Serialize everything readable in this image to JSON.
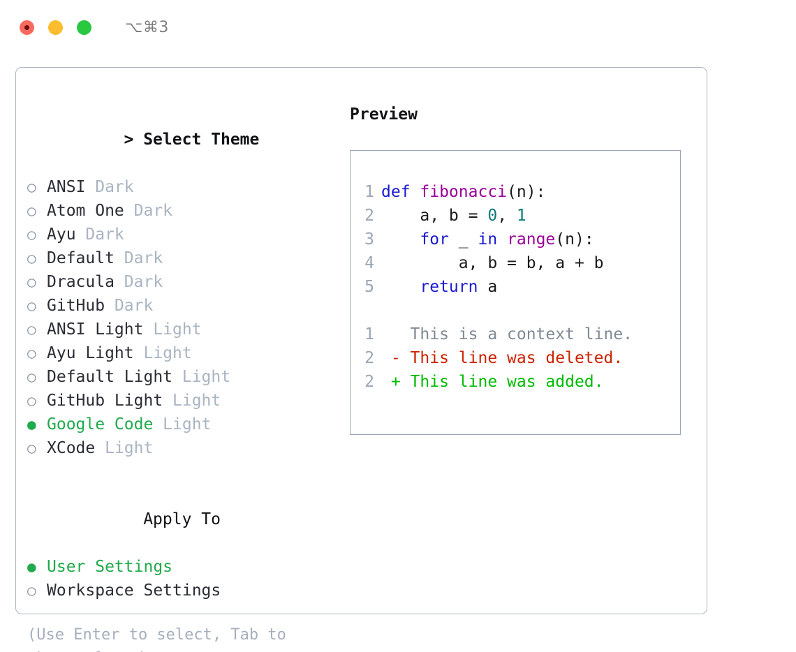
{
  "titlebar": {
    "shortcut": "⌥⌘3",
    "buttons": [
      {
        "name": "close",
        "color": "#f96a5e"
      },
      {
        "name": "minimize",
        "color": "#fbbd2e"
      },
      {
        "name": "maximize",
        "color": "#28c840"
      }
    ]
  },
  "theme_section": {
    "caret": ">",
    "title": "Select Theme",
    "items": [
      {
        "marker": "○",
        "name": "ANSI",
        "tag": "Dark",
        "selected": false
      },
      {
        "marker": "○",
        "name": "Atom One",
        "tag": "Dark",
        "selected": false
      },
      {
        "marker": "○",
        "name": "Ayu",
        "tag": "Dark",
        "selected": false
      },
      {
        "marker": "○",
        "name": "Default",
        "tag": "Dark",
        "selected": false
      },
      {
        "marker": "○",
        "name": "Dracula",
        "tag": "Dark",
        "selected": false
      },
      {
        "marker": "○",
        "name": "GitHub",
        "tag": "Dark",
        "selected": false
      },
      {
        "marker": "○",
        "name": "ANSI Light",
        "tag": "Light",
        "selected": false
      },
      {
        "marker": "○",
        "name": "Ayu Light",
        "tag": "Light",
        "selected": false
      },
      {
        "marker": "○",
        "name": "Default Light",
        "tag": "Light",
        "selected": false
      },
      {
        "marker": "○",
        "name": "GitHub Light",
        "tag": "Light",
        "selected": false
      },
      {
        "marker": "●",
        "name": "Google Code",
        "tag": "Light",
        "selected": true
      },
      {
        "marker": "○",
        "name": "XCode",
        "tag": "Light",
        "selected": false
      }
    ]
  },
  "apply_section": {
    "title": "Apply To",
    "items": [
      {
        "marker": "●",
        "name": "User Settings",
        "tag": "",
        "selected": true
      },
      {
        "marker": "○",
        "name": "Workspace Settings",
        "tag": "",
        "selected": false
      }
    ]
  },
  "hint": "(Use Enter to select, Tab to change focus)",
  "preview": {
    "label": "Preview",
    "code_lines": [
      {
        "number": "1",
        "tokens": [
          {
            "t": "def ",
            "c": "kw"
          },
          {
            "t": "fibonacci",
            "c": "fn"
          },
          {
            "t": "(n):",
            "c": "punc"
          }
        ]
      },
      {
        "number": "2",
        "tokens": [
          {
            "t": "    a, b = ",
            "c": "id"
          },
          {
            "t": "0",
            "c": "num"
          },
          {
            "t": ", ",
            "c": "id"
          },
          {
            "t": "1",
            "c": "num"
          }
        ]
      },
      {
        "number": "3",
        "tokens": [
          {
            "t": "    ",
            "c": "id"
          },
          {
            "t": "for ",
            "c": "kw"
          },
          {
            "t": "_ ",
            "c": "id"
          },
          {
            "t": "in ",
            "c": "kw"
          },
          {
            "t": "range",
            "c": "fn"
          },
          {
            "t": "(n):",
            "c": "punc"
          }
        ]
      },
      {
        "number": "4",
        "tokens": [
          {
            "t": "        a, b = b, a + b",
            "c": "id"
          }
        ]
      },
      {
        "number": "5",
        "tokens": [
          {
            "t": "    ",
            "c": "id"
          },
          {
            "t": "return ",
            "c": "kw"
          },
          {
            "t": "a",
            "c": "id"
          }
        ]
      }
    ],
    "diff_lines": [
      {
        "number": "1",
        "sign": "  ",
        "text": "This is a context line.",
        "kind": "ctx"
      },
      {
        "number": "2",
        "sign": "- ",
        "text": "This line was deleted.",
        "kind": "del"
      },
      {
        "number": "2",
        "sign": "+ ",
        "text": "This line was added.",
        "kind": "add"
      }
    ]
  },
  "colors": {
    "selected_green": "#1faa4b",
    "tag_gray": "#aab4c2",
    "hint_gray": "#a6afbd",
    "border": "#aab4c2",
    "keyword_blue": "#1a1ad1",
    "function_purple": "#990099",
    "number_teal": "#0a7a78",
    "diff_del_red": "#cc2200",
    "diff_add_green": "#00bb00",
    "lineno_gray": "#9aa6b6"
  }
}
